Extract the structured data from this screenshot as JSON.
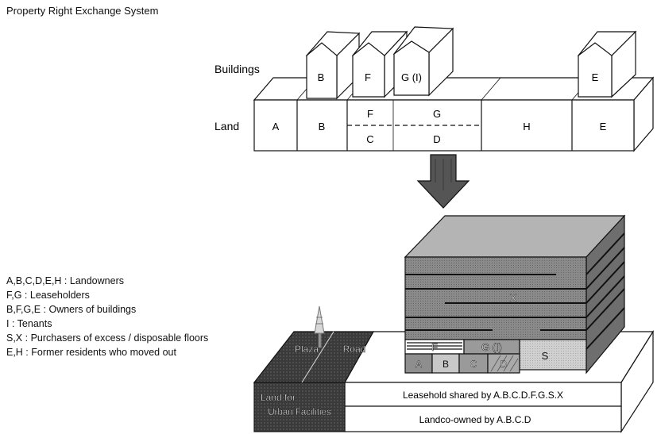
{
  "title": "Property Right Exchange System",
  "upper": {
    "buildings_label": "Buildings",
    "land_label": "Land",
    "building_labels": [
      "B",
      "F",
      "G (I)",
      "E"
    ],
    "land_cells": {
      "a": "A",
      "b": "B",
      "f": "F",
      "c": "C",
      "g": "G",
      "d": "D",
      "h": "H",
      "e": "E"
    }
  },
  "lower": {
    "tower_label": "X",
    "row_f": "F",
    "row_gi": "G (I)",
    "row_s": "S",
    "row_a": "A",
    "row_b": "B",
    "row_c": "C",
    "row_d": "D",
    "plaza_label": "Plaza",
    "road_label": "Road",
    "urban_label_1": "Land for",
    "urban_label_2": "Urban Facilities",
    "leasehold_label": "Leasehold shared by A.B.C.D.F.G.S.X",
    "landco_label": "Landco-owned by A.B.C.D"
  },
  "legend": [
    "A,B,C,D,E,H : Landowners",
    "F,G : Leaseholders",
    "B,F,G,E : Owners of buildings",
    "I : Tenants",
    "S,X : Purchasers of excess / disposable floors",
    "E,H : Former residents who moved out"
  ],
  "colors": {
    "ink": "#111111",
    "tower_gray": "#8a8a8a",
    "tower_top": "#b4b4b4",
    "tower_side": "#6e6e6e",
    "land_dark": "#3a3a3a",
    "s_block": "#cfcfcf"
  }
}
